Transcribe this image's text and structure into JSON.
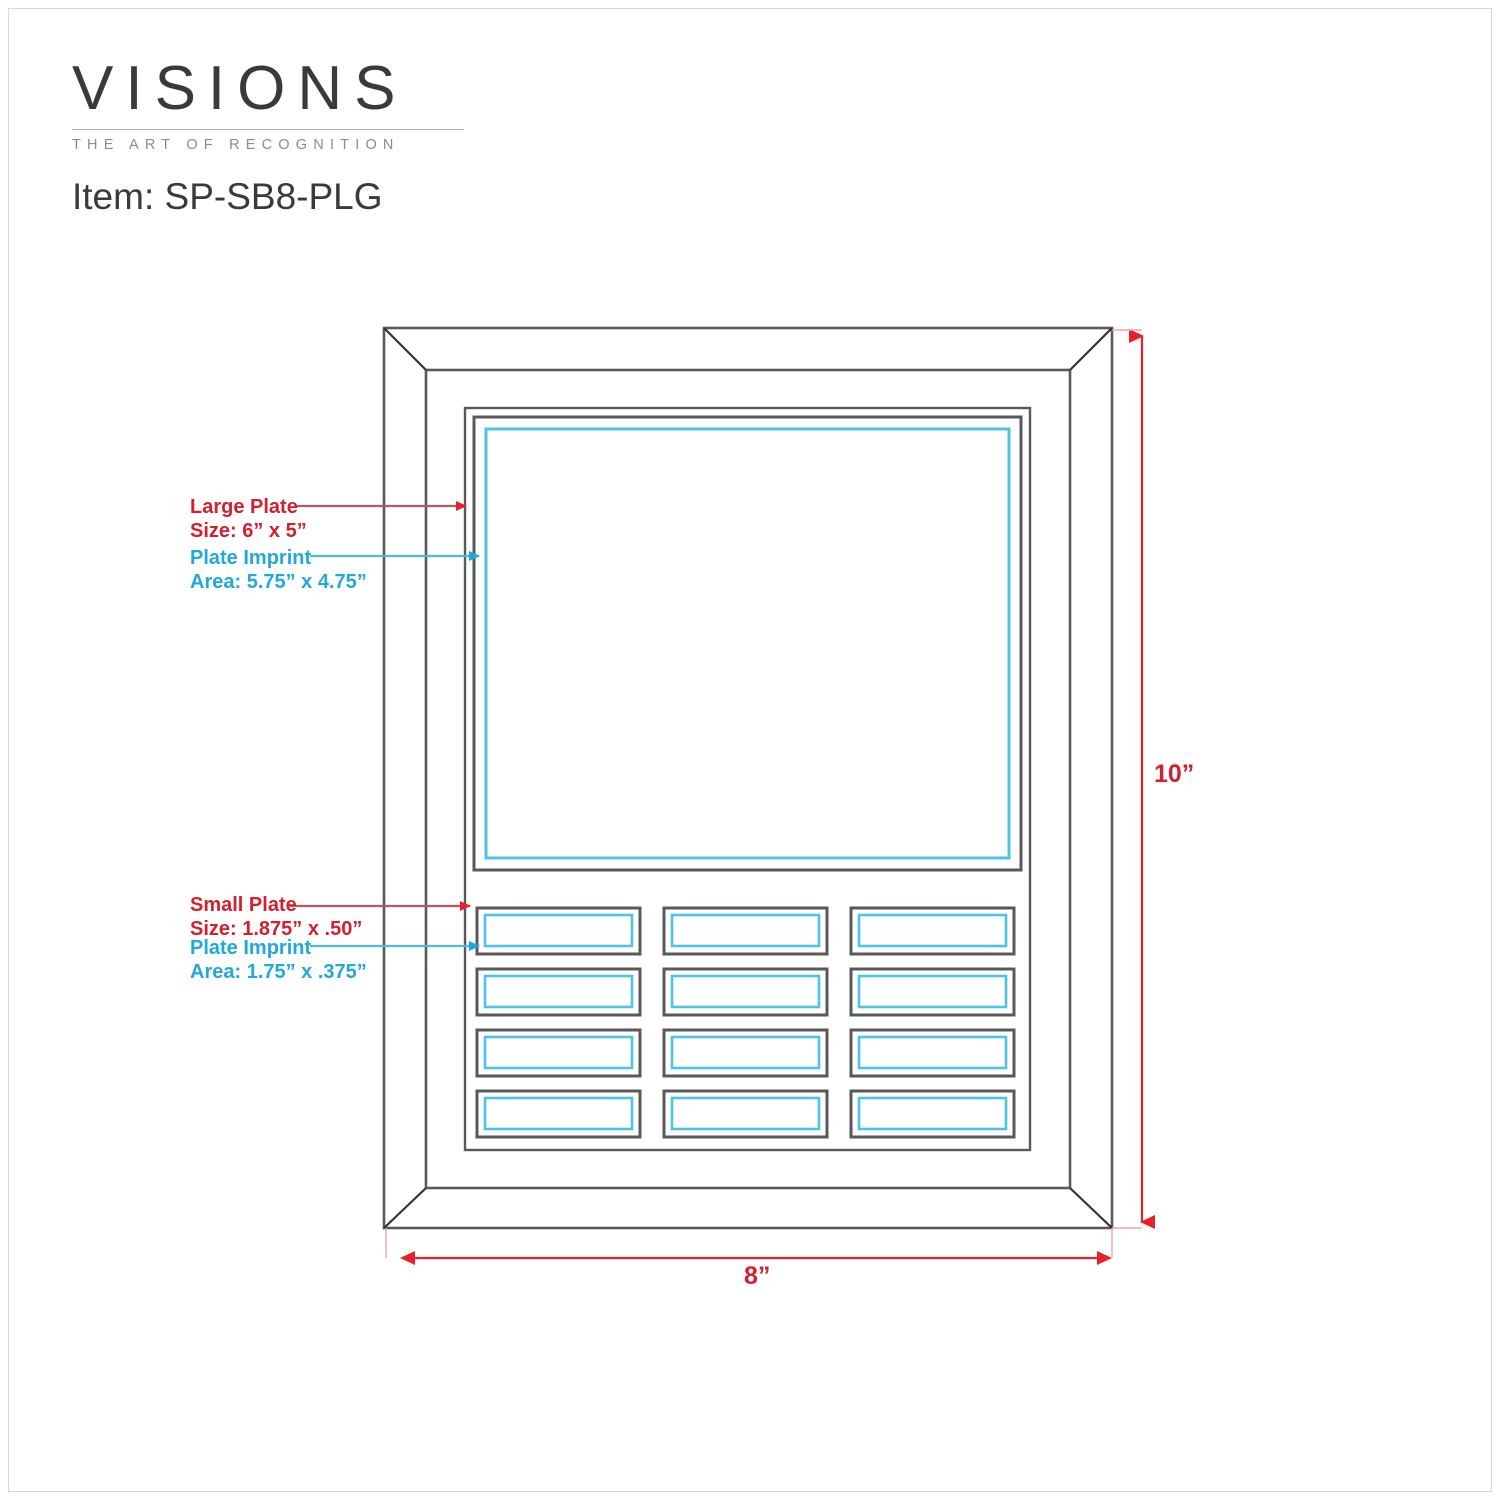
{
  "brand": {
    "wordmark": "VISIONS",
    "tagline": "THE ART OF RECOGNITION"
  },
  "item": {
    "label": "Item:",
    "code": "SP-SB8-PLG"
  },
  "colors": {
    "red": "#d3202c",
    "cyan": "#21a8dd",
    "plate_outline": "#58595b",
    "frame_line": "#58595b",
    "imprint_line": "#4ec3e8"
  },
  "callouts": [
    {
      "id": "large-plate",
      "color": "red",
      "line1": "Large Plate",
      "line2": "Size: 6” x 5”"
    },
    {
      "id": "large-plate-imprint",
      "color": "cyan",
      "line1": "Plate Imprint",
      "line2": "Area: 5.75” x 4.75”"
    },
    {
      "id": "small-plate",
      "color": "red",
      "line1": "Small Plate",
      "line2": "Size: 1.875” x .50”"
    },
    {
      "id": "small-plate-imprint",
      "color": "cyan",
      "line1": "Plate Imprint",
      "line2": "Area: 1.75” x .375”"
    }
  ],
  "dimensions": {
    "height": "10”",
    "width": "8”"
  },
  "plaque": {
    "small_plate_columns": 3,
    "small_plate_rows": 4,
    "small_plate_count": 12
  }
}
